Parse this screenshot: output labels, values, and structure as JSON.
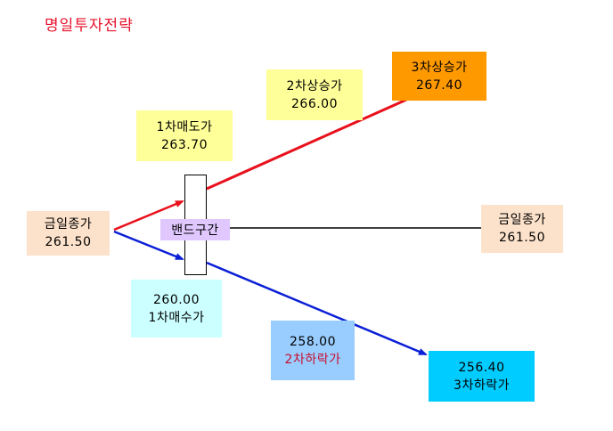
{
  "title": "명일투자전략",
  "colors": {
    "title": "#e8102a",
    "close": "#fde2cb",
    "sell1": "#ffff99",
    "up2": "#ffff99",
    "up3": "#ff9900",
    "buy1": "#ccffff",
    "down2": "#99ccff",
    "down3": "#00ccff",
    "band_label": "#e0c8ff",
    "line_up": "#e8101c",
    "line_down": "#0a1fd6",
    "line_flat": "#000000"
  },
  "band": {
    "label": "밴드구간"
  },
  "boxes": {
    "close_left": {
      "label": "금일종가",
      "value": "261.50"
    },
    "sell1": {
      "label": "1차매도가",
      "value": "263.70"
    },
    "up2": {
      "label": "2차상승가",
      "value": "266.00"
    },
    "up3": {
      "label": "3차상승가",
      "value": "267.40"
    },
    "close_right": {
      "label": "금일종가",
      "value": "261.50"
    },
    "buy1": {
      "value": "260.00",
      "label": "1차매수가"
    },
    "down2": {
      "value": "258.00",
      "label": "2차하락가"
    },
    "down3": {
      "value": "256.40",
      "label": "3차하락가"
    }
  }
}
